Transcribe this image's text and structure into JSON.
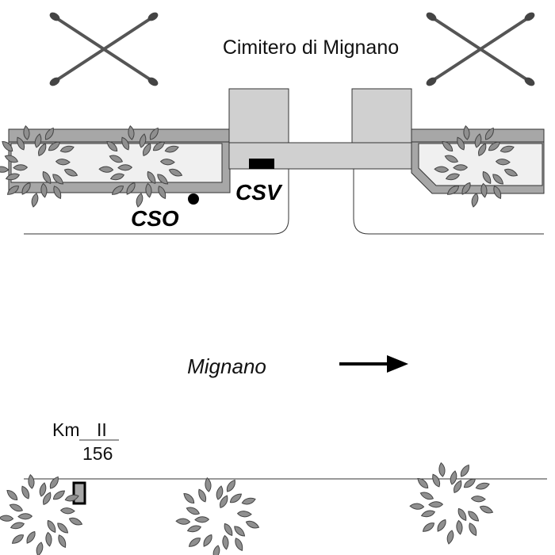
{
  "title": "Cimitero di Mignano",
  "labels": {
    "cso": "CSO",
    "csv": "CSV",
    "direction": "Mignano",
    "km_prefix": "Km",
    "km_roman": "II",
    "km_number": "156"
  },
  "icons": {
    "floodlight_left": "floodlight-icon",
    "floodlight_right": "floodlight-icon",
    "tree": "tree-icon",
    "arrow": "arrow-right-icon",
    "km_marker": "milestone-icon"
  },
  "colors": {
    "building": "#d0d0d0",
    "wall": "#a7a7a7",
    "planter": "#f0f0f0",
    "tree_leaf": "#8f8f8f",
    "outline": "#444444",
    "ink": "#000000"
  }
}
